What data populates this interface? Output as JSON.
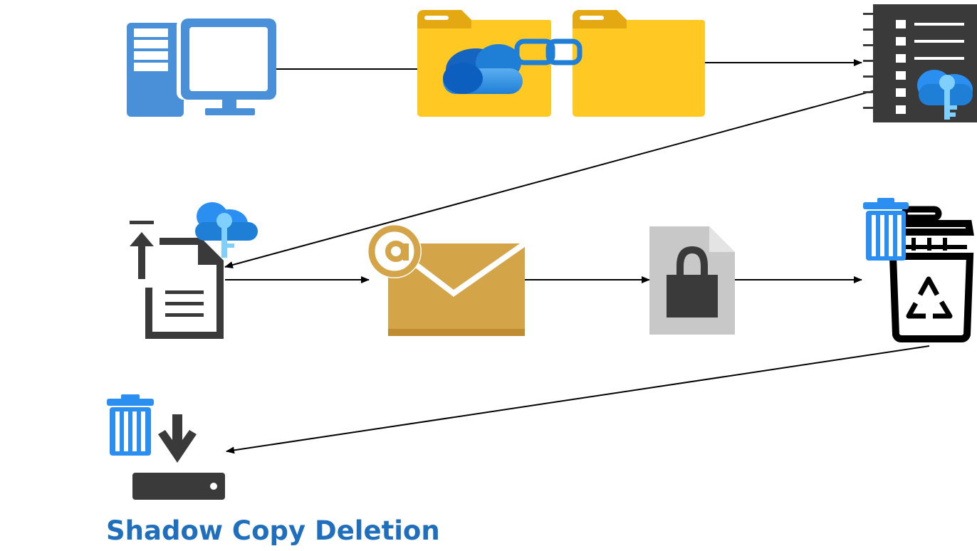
{
  "diagram": {
    "caption": "Shadow Copy Deletion",
    "caption_color": "#1f6fbd",
    "arrow_color": "#000000",
    "nodes": [
      {
        "id": "endpoint",
        "icon": "computer-icon"
      },
      {
        "id": "onedrive-sync",
        "icon": "onedrive-folder-link-icon"
      },
      {
        "id": "key-store",
        "icon": "document-with-key-icon"
      },
      {
        "id": "upload",
        "icon": "upload-document-key-icon"
      },
      {
        "id": "email",
        "icon": "email-icon"
      },
      {
        "id": "lock",
        "icon": "locked-file-icon"
      },
      {
        "id": "recycle",
        "icon": "recycle-bin-icon"
      },
      {
        "id": "shadow-delete",
        "icon": "delete-download-drive-icon"
      }
    ],
    "edges": [
      {
        "from": "endpoint",
        "to": "onedrive-sync"
      },
      {
        "from": "onedrive-sync",
        "to": "key-store"
      },
      {
        "from": "key-store",
        "to": "upload"
      },
      {
        "from": "upload",
        "to": "email"
      },
      {
        "from": "email",
        "to": "lock"
      },
      {
        "from": "lock",
        "to": "recycle"
      },
      {
        "from": "recycle",
        "to": "shadow-delete"
      }
    ],
    "colors": {
      "computer_blue": "#4a90d9",
      "folder_yellow": "#ffc823",
      "onedrive_blue": "#1f7fd6",
      "dark_gray": "#3a3a3a",
      "envelope_gold": "#d4a448",
      "trash_blue": "#2a8ff0"
    }
  }
}
